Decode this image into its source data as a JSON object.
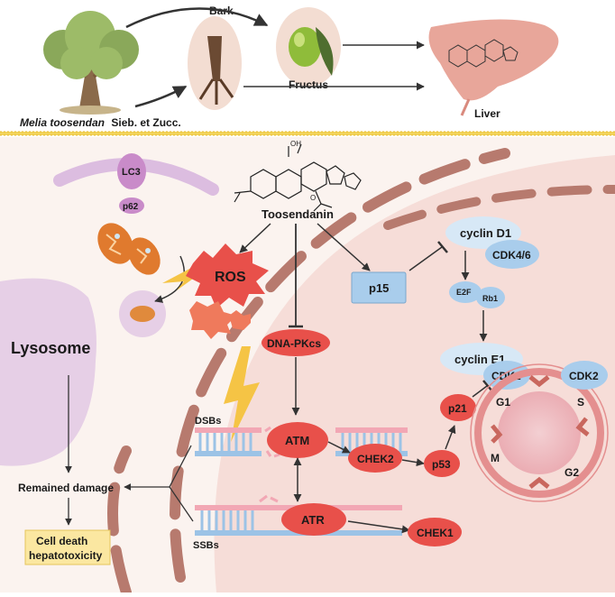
{
  "top": {
    "plant_species": "Melia toosendan",
    "plant_authority": "Sieb. et Zucc.",
    "bark_label": "Bark",
    "fructus_label": "Fructus",
    "liver_label": "Liver"
  },
  "compound": {
    "name": "Toosendanin",
    "oh_label": "OH",
    "o_label": "O"
  },
  "autophagy": {
    "lc3": "LC3",
    "p62": "p62",
    "lysosome": "Lysosome"
  },
  "nodes": {
    "ros": "ROS",
    "dna_pkcs": "DNA-PKcs",
    "atm": "ATM",
    "atr": "ATR",
    "chek2": "CHEK2",
    "chek1": "CHEK1",
    "p53": "p53",
    "p21": "p21",
    "p15": "p15",
    "cyclin_d1": "cyclin D1",
    "cdk46": "CDK4/6",
    "e2f": "E2F",
    "rb1": "Rb1",
    "cyclin_e1": "cyclin E1",
    "cdk2": "CDK2"
  },
  "dna": {
    "dsbs": "DSBs",
    "ssbs": "SSBs"
  },
  "outcomes": {
    "remained_damage": "Remained damage",
    "cell_death_line1": "Cell death",
    "cell_death_line2": "hepatotoxicity"
  },
  "cell_cycle": {
    "g1": "G1",
    "s": "S",
    "g2": "G2",
    "m": "M"
  },
  "colors": {
    "node_red": "#e8504a",
    "node_blue": "#a9cdec",
    "cell_fill": "#f6ddd8",
    "membrane": "#b77a6e",
    "lysosome": "#e6cfe6",
    "result_box": "#fbe7a1"
  }
}
